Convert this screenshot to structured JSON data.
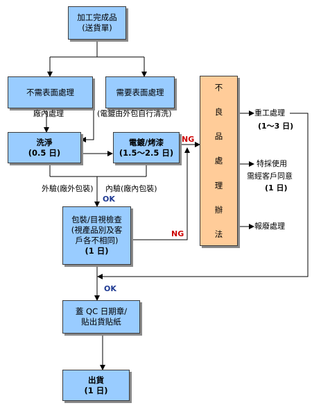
{
  "nodes": {
    "finished": {
      "line1": "加工完成品",
      "line2": "(送貨單)"
    },
    "no_surface": {
      "label": "不需表面處理"
    },
    "need_surface": {
      "label": "需要表面處理"
    },
    "wash": {
      "line1": "洗淨",
      "line2": "(0.5 日)"
    },
    "plating": {
      "line1": "電鍍/烤漆",
      "line2": "(1.5～2.5 日)"
    },
    "packing": {
      "line1": "包裝/目視檢查",
      "line2": "(視產品別及客",
      "line3": "戶各不相同)",
      "line4": "(1 日)"
    },
    "qc": {
      "line1": "蓋 QC 日期章/",
      "line2": "貼出貨貼紙"
    },
    "ship": {
      "line1": "出貨",
      "line2": "(1 日)"
    },
    "defect": {
      "chars": [
        "不",
        "良",
        "品",
        "處",
        "理",
        "辦",
        "法"
      ]
    }
  },
  "labels": {
    "inhouse_treat": "廠內處理",
    "outsourced_plating": "(電鍍由外包自行清洗)",
    "outside_inspect": "外驗(廠外包裝)",
    "inside_inspect": "內驗(廠內包裝)",
    "ok1": "OK",
    "ok2": "OK",
    "ng1": "NG",
    "ng2": "NG",
    "rework": "重工處理",
    "rework_days": "(1～3 日)",
    "special_use": "特採使用",
    "customer_agree": "需經客戶同意",
    "special_days": "(1 日)",
    "scrap": "報廢處理"
  },
  "colors": {
    "node_fill": "#99ccff",
    "defect_fill": "#ffcc99",
    "ok_text": "#1f3a93",
    "ng_text": "#cc0000"
  }
}
